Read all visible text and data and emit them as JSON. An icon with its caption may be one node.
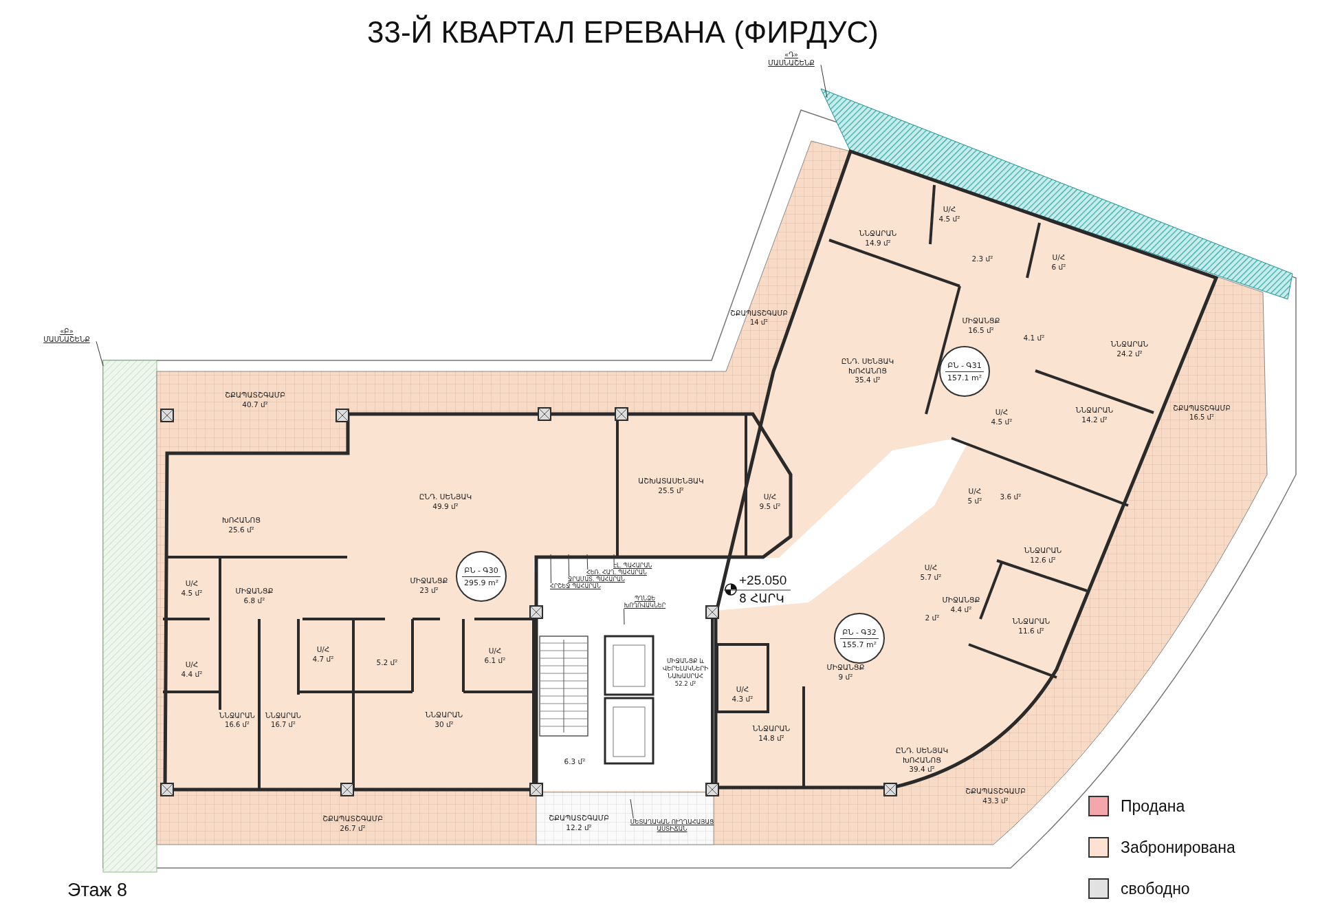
{
  "diagram": {
    "title": "33-Й КВАРТАЛ ЕРЕВАНА (ФИРДУС)",
    "nodes": [
      {
        "text": [
          "«Դ» ՄԱՍՆԱՇԵՆՔ"
        ]
      },
      {
        "text": [
          "ՆՆՋԱՐԱՆ",
          "14.9 մ²"
        ]
      },
      {
        "text": [
          "Ս/Հ",
          "4.5 մ²"
        ]
      },
      {
        "text": [
          "2.3 մ²"
        ]
      },
      {
        "text": [
          "Ս/Հ",
          "6 մ²"
        ]
      },
      {
        "text": [
          "ՇՔԱՊԱՏՇԳԱՄԲ",
          "14 մ²"
        ]
      },
      {
        "text": [
          "ՄԻՋԱՆՑՔ",
          "16.5 մ²"
        ]
      },
      {
        "text": [
          "4.1 մ²"
        ]
      },
      {
        "text": [
          "«Բ» ՄԱՍՆԱՇԵՆՔ"
        ]
      },
      {
        "text": [
          "ՆՆՋԱՐԱՆ",
          "24.2 մ²"
        ]
      },
      {
        "text": [
          "ԲՆ - Գ31",
          "157.1 m²"
        ]
      },
      {
        "text": [
          "ԸՆԴ. ՍԵՆՅԱԿ ԽՈՀԱՆՈՑ",
          "35.4 մ²"
        ]
      },
      {
        "text": [
          "ՇՔԱՊԱՏՇԳԱՄԲ",
          "40.7 մ²"
        ]
      },
      {
        "text": [
          "ՇՔԱՊԱՏՇԳԱՄԲ",
          "16.5 մ²"
        ]
      },
      {
        "text": [
          "ՆՆՋԱՐԱՆ",
          "14.2 մ²"
        ]
      },
      {
        "text": [
          "Ս/Հ",
          "4.5 մ²"
        ]
      },
      {
        "text": [
          "ԱՇԽԱՏԱՍԵՆՅԱԿ",
          "25.5 մ²"
        ]
      },
      {
        "text": [
          "ԸՆԴ. ՍԵՆՅԱԿ",
          "49.9 մ²"
        ]
      },
      {
        "text": [
          "Ս/Հ",
          "9.5 մ²"
        ]
      },
      {
        "text": [
          "Ս/Հ",
          "5 մ²"
        ]
      },
      {
        "text": [
          "3.6 մ²"
        ]
      },
      {
        "text": [
          "ԽՈՀԱՆՈՑ",
          "25.6 մ²"
        ]
      },
      {
        "text": [
          "ՆՆՋԱՐԱՆ",
          "12.6 մ²"
        ]
      },
      {
        "text": [
          "ԷԼ. ՊԱՀԱՐԱՆ"
        ]
      },
      {
        "text": [
          "ՀԵՌ. ՀԱՂ. ՊԱՀԱՐԱՆ"
        ]
      },
      {
        "text": [
          "ՋՐԱՄԱՏ. ՊԱՀԱՐԱՆ"
        ]
      },
      {
        "text": [
          "ՀՐՇԵՋ ՊԱՀԱՐԱՆ"
        ]
      },
      {
        "text": [
          "ԲՆ - Գ30",
          "295.9 m²"
        ]
      },
      {
        "text": [
          "Ս/Հ",
          "4.5 մ²"
        ]
      },
      {
        "text": [
          "ՄԻՋԱՆՑՔ",
          "6.8 մ²"
        ]
      },
      {
        "text": [
          "ՄԻՋԱՆՑՔ",
          "23 մ²"
        ]
      },
      {
        "text": [
          "Ս/Հ",
          "5.7 մ²"
        ]
      },
      {
        "text": [
          "ՄԻՋԱՆՑՔ",
          "4.4 մ²"
        ]
      },
      {
        "text": [
          "ՊՂՆՁԵ ԽՈՂՈՎԱԿՆԵՐ"
        ]
      },
      {
        "text": [
          "2 մ²"
        ]
      },
      {
        "text": [
          "ՆՆՋԱՐԱՆ",
          "11.6 մ²"
        ]
      },
      {
        "text": [
          "ԲՆ - Գ32",
          "155.7 m²"
        ]
      },
      {
        "text": [
          "Ս/Հ",
          "4.7 մ²"
        ]
      },
      {
        "text": [
          "5.2 մ²"
        ]
      },
      {
        "text": [
          "Ս/Հ",
          "6.1 մ²"
        ]
      },
      {
        "text": [
          "Ս/Հ",
          "4.4 մ²"
        ]
      },
      {
        "text": [
          "ՄԻՋԱՆՑՔ և ՎԵՐԵԼԱԿՆԵՐԻ ՆԱԽԱՍՐԱՀ",
          "52.2 մ²"
        ]
      },
      {
        "text": [
          "ՄԻՋԱՆՑՔ",
          "9 մ²"
        ]
      },
      {
        "text": [
          "Ս/Հ",
          "4.3 մ²"
        ]
      },
      {
        "text": [
          "ՆՆՋԱՐԱՆ",
          "16.6 մ²"
        ]
      },
      {
        "text": [
          "ՆՆՋԱՐԱՆ",
          "16.7 մ²"
        ]
      },
      {
        "text": [
          "ՆՆՋԱՐԱՆ",
          "30 մ²"
        ]
      },
      {
        "text": [
          "ՆՆՋԱՐԱՆ",
          "14.8 մ²"
        ]
      },
      {
        "text": [
          "ԸՆԴ. ՍԵՆՅԱԿ ԽՈՀԱՆՈՑ",
          "39.4 մ²"
        ]
      },
      {
        "text": [
          "6.3 մ²"
        ]
      },
      {
        "text": [
          "ՇՔԱՊԱՏՇԳԱՄԲ",
          "43.3 մ²"
        ]
      },
      {
        "text": [
          "ՇՔԱՊԱՏՇԳԱՄԲ",
          "26.7 մ²"
        ]
      },
      {
        "text": [
          "ՇՔԱՊԱՏՇԳԱՄԲ",
          "12.2 մ²"
        ]
      },
      {
        "text": [
          "ՄԵՏԱՂԱԿԱՆ ՈՒՂՂԱՀԱՅԱՑ ԱՍՏԻՃԱՆ"
        ]
      }
    ],
    "edges": [
      {
        "from": 0,
        "to": null,
        "arrow": "none"
      },
      {
        "from": 8,
        "to": null,
        "arrow": "none"
      },
      {
        "from": 23,
        "to": null,
        "arrow": "none"
      },
      {
        "from": 24,
        "to": null,
        "arrow": "none"
      },
      {
        "from": 25,
        "to": null,
        "arrow": "none"
      },
      {
        "from": 26,
        "to": null,
        "arrow": "none"
      },
      {
        "from": 33,
        "to": null,
        "arrow": "none"
      },
      {
        "from": 53,
        "to": null,
        "arrow": "none"
      }
    ],
    "labels": [
      "+25.050",
      "8 ՀԱՐԿ",
      "Этаж 8"
    ],
    "legend": [
      {
        "text": "Продана",
        "color": "#f4a7aa"
      },
      {
        "text": "Забронирована",
        "color": "#fde2d2"
      },
      {
        "text": "свободно",
        "color": "#e2e2e2"
      }
    ]
  }
}
